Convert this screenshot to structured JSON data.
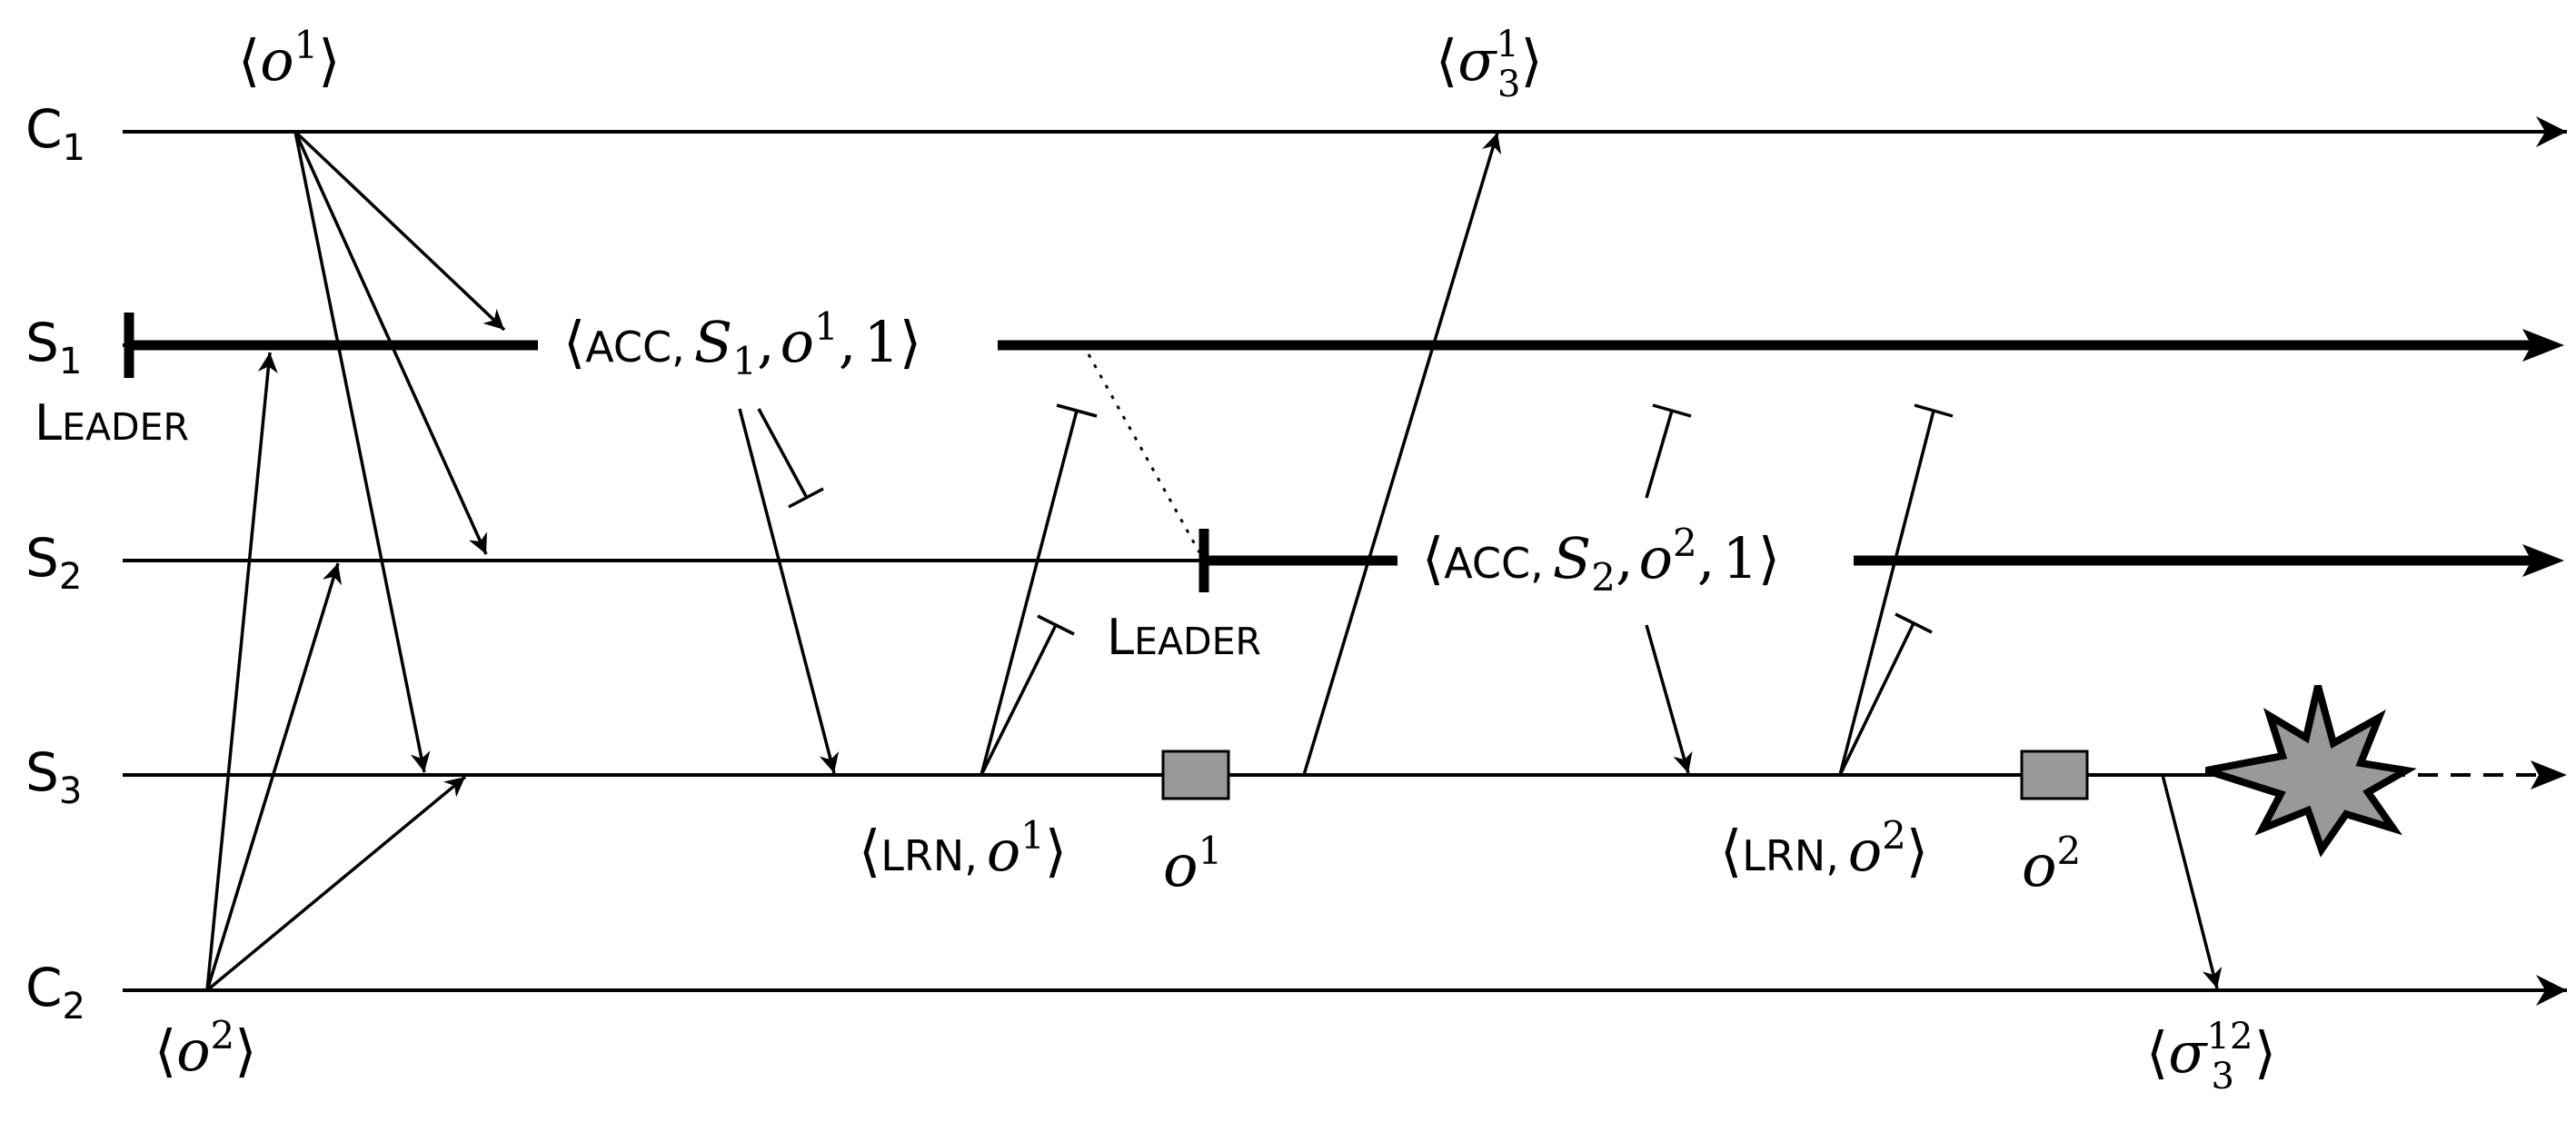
{
  "processes": {
    "c1": {
      "letter": "C",
      "sub": "1"
    },
    "s1": {
      "letter": "S",
      "sub": "1"
    },
    "s2": {
      "letter": "S",
      "sub": "2"
    },
    "s3": {
      "letter": "S",
      "sub": "3"
    },
    "c2": {
      "letter": "C",
      "sub": "2"
    }
  },
  "leader_labels": {
    "s1": {
      "cap": "L",
      "rest": "EADER"
    },
    "s2": {
      "cap": "L",
      "rest": "EADER"
    }
  },
  "requests": {
    "c1": {
      "var": "o",
      "sup": "1"
    },
    "c2": {
      "var": "o",
      "sup": "2"
    }
  },
  "accept_messages": {
    "s1": {
      "tag": "ACC",
      "server": "S",
      "server_sub": "1",
      "op": "o",
      "op_sup": "1",
      "ballot": "1"
    },
    "s2": {
      "tag": "ACC",
      "server": "S",
      "server_sub": "2",
      "op": "o",
      "op_sup": "2",
      "ballot": "1"
    }
  },
  "learn_messages": {
    "first": {
      "tag": "LRN",
      "op": "o",
      "op_sup": "1"
    },
    "second": {
      "tag": "LRN",
      "op": "o",
      "op_sup": "2"
    }
  },
  "applied_ops": {
    "first": {
      "var": "o",
      "sup": "1"
    },
    "second": {
      "var": "o",
      "sup": "2"
    }
  },
  "replies": {
    "to_c1": {
      "var": "σ",
      "sub": "3",
      "sup": "1"
    },
    "to_c2": {
      "var": "σ",
      "sub": "3",
      "sup": "12"
    }
  },
  "bracket_open": "⟨",
  "bracket_close": "⟩",
  "comma": ",",
  "colors": {
    "line": "#000000",
    "applied_box": "#999999",
    "crash": "#999999"
  },
  "icons": {
    "crash": "explosion-icon"
  }
}
